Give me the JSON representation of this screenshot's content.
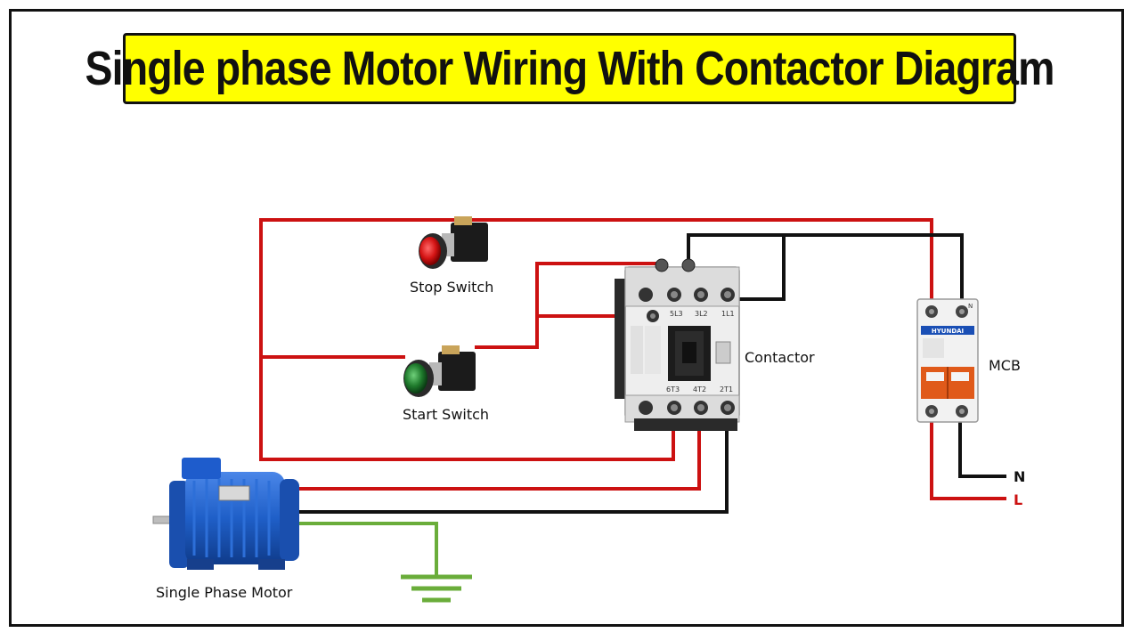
{
  "title": "Single phase Motor Wiring  With Contactor Diagram",
  "components": {
    "stop_switch": "Stop  Switch",
    "start_switch": "Start  Switch",
    "contactor": "Contactor",
    "mcb": "MCB",
    "motor": "Single Phase Motor"
  },
  "terminals": {
    "neutral": "N",
    "live": "L"
  },
  "mcb_brand": "HYUNDAI",
  "contactor_terminal_labels": [
    "5L3",
    "3L2",
    "1L1",
    "6T3",
    "4T2",
    "2T1"
  ],
  "colors": {
    "live_wire": "#cc1111",
    "neutral_wire": "#111111",
    "earth_wire": "#6aad3a",
    "banner": "#ffff00",
    "motor": "#1f5fc8"
  }
}
